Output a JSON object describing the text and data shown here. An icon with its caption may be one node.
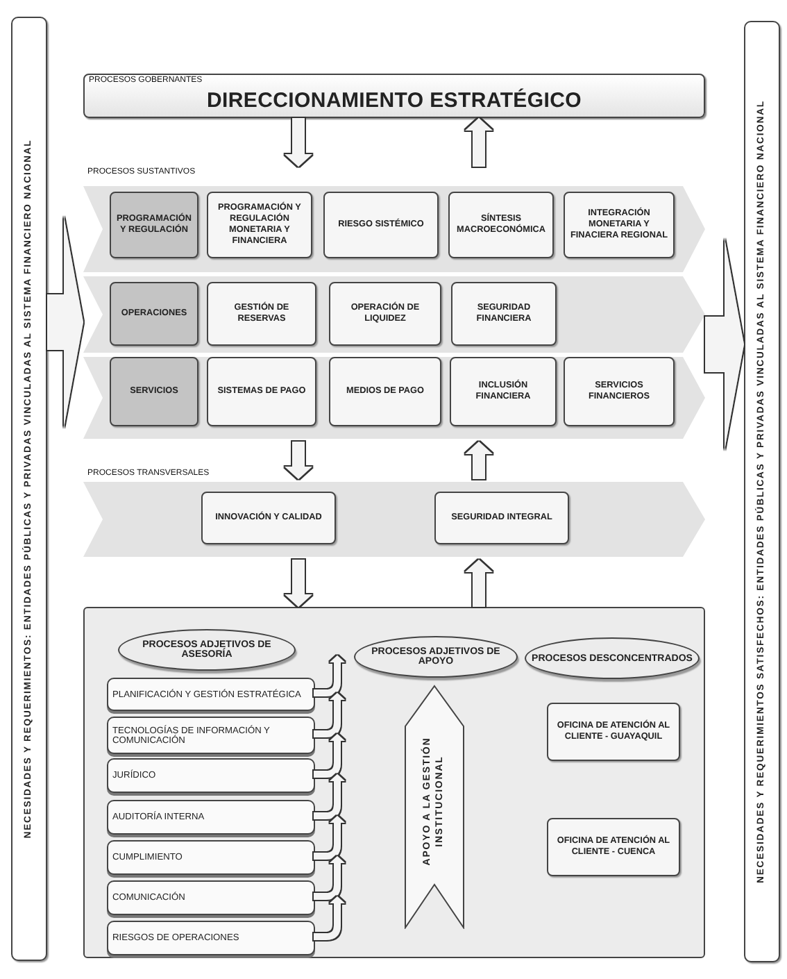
{
  "diagram": {
    "nodes": [
      {
        "text": [
          "NECESIDADES Y REQUERIMIENTOS: ENTIDADES PÚBLICAS Y PRIVADAS VINCULADAS AL SISTEMA FINANCIERO NACIONAL"
        ]
      },
      {
        "text": [
          "NECESIDADES Y REQUERIMIENTOS SATISFECHOS: ENTIDADES PÚBLICAS Y PRIVADAS VINCULADAS AL SISTEMA FINANCIERO NACIONAL"
        ]
      },
      {
        "text": [
          "PROCESOS GOBERNANTES",
          "DIRECCIONAMIENTO ESTRATÉGICO"
        ]
      },
      {
        "text": [
          "PROCESOS SUSTANTIVOS"
        ]
      },
      {
        "text": [
          "PROGRAMACIÓN Y REGULACIÓN"
        ],
        "in": 3
      },
      {
        "text": [
          "PROGRAMACIÓN Y REGULACIÓN MONETARIA Y FINANCIERA"
        ],
        "in": 3
      },
      {
        "text": [
          "RIESGO SISTÉMICO"
        ],
        "in": 3
      },
      {
        "text": [
          "SÍNTESIS MACROECONÓMICA"
        ],
        "in": 3
      },
      {
        "text": [
          "INTEGRACIÓN MONETARIA Y FINACIERA REGIONAL"
        ],
        "in": 3
      },
      {
        "text": [
          "OPERACIONES"
        ],
        "in": 3
      },
      {
        "text": [
          "GESTIÓN DE RESERVAS"
        ],
        "in": 3
      },
      {
        "text": [
          "OPERACIÓN DE LIQUIDEZ"
        ],
        "in": 3
      },
      {
        "text": [
          "SEGURIDAD FINANCIERA"
        ],
        "in": 3
      },
      {
        "text": [
          "SERVICIOS"
        ],
        "in": 3
      },
      {
        "text": [
          "SISTEMAS DE PAGO"
        ],
        "in": 3
      },
      {
        "text": [
          "MEDIOS DE PAGO"
        ],
        "in": 3
      },
      {
        "text": [
          "INCLUSIÓN FINANCIERA"
        ],
        "in": 3
      },
      {
        "text": [
          "SERVICIOS FINANCIEROS"
        ],
        "in": 3
      },
      {
        "text": [
          "PROCESOS TRANSVERSALES"
        ]
      },
      {
        "text": [
          "INNOVACIÓN Y CALIDAD"
        ],
        "in": 18
      },
      {
        "text": [
          "SEGURIDAD INTEGRAL"
        ],
        "in": 18
      },
      {
        "text": [],
        "shape": "box"
      },
      {
        "text": [
          "PROCESOS ADJETIVOS DE ASESORÍA"
        ],
        "in": 21
      },
      {
        "text": [
          "PLANIFICACIÓN Y GESTIÓN ESTRATÉGICA"
        ],
        "in": 21
      },
      {
        "text": [
          "TECNOLOGÍAS DE INFORMACIÓN Y COMUNICACIÓN"
        ],
        "in": 21
      },
      {
        "text": [
          "JURÍDICO"
        ],
        "in": 21
      },
      {
        "text": [
          "AUDITORÍA INTERNA"
        ],
        "in": 21
      },
      {
        "text": [
          "CUMPLIMIENTO"
        ],
        "in": 21
      },
      {
        "text": [
          "COMUNICACIÓN"
        ],
        "in": 21
      },
      {
        "text": [
          "RIESGOS DE OPERACIONES"
        ],
        "in": 21
      },
      {
        "text": [
          "PROCESOS ADJETIVOS DE APOYO"
        ],
        "in": 21
      },
      {
        "text": [
          "APOYO A LA GESTIÓN INSTITUCIONAL"
        ],
        "in": 21
      },
      {
        "text": [
          "PROCESOS DESCONCENTRADOS"
        ],
        "in": 21
      },
      {
        "text": [
          "OFICINA DE ATENCIÓN AL CLIENTE - GUAYAQUIL"
        ],
        "in": 21
      },
      {
        "text": [
          "OFICINA DE ATENCIÓN AL CLIENTE - CUENCA"
        ],
        "in": 21
      }
    ],
    "edges": [
      {
        "from": 2,
        "to": 3,
        "arrow": "to"
      },
      {
        "from": 3,
        "to": 2,
        "arrow": "to"
      },
      {
        "from": 3,
        "to": 18,
        "arrow": "to"
      },
      {
        "from": 18,
        "to": 3,
        "arrow": "to"
      },
      {
        "from": 18,
        "to": 21,
        "arrow": "to"
      },
      {
        "from": 21,
        "to": 18,
        "arrow": "to"
      },
      {
        "from": 0,
        "to": 3,
        "arrow": "to",
        "style": "thick"
      },
      {
        "from": 3,
        "to": 1,
        "arrow": "to",
        "style": "thick"
      },
      {
        "from": 23,
        "to": 30,
        "arrow": "to"
      },
      {
        "from": 24,
        "to": 23,
        "arrow": "to"
      },
      {
        "from": 25,
        "to": 24,
        "arrow": "to"
      },
      {
        "from": 26,
        "to": 25,
        "arrow": "to"
      },
      {
        "from": 27,
        "to": 26,
        "arrow": "to"
      },
      {
        "from": 28,
        "to": 27,
        "arrow": "to"
      },
      {
        "from": 29,
        "to": 28,
        "arrow": "to"
      }
    ]
  }
}
